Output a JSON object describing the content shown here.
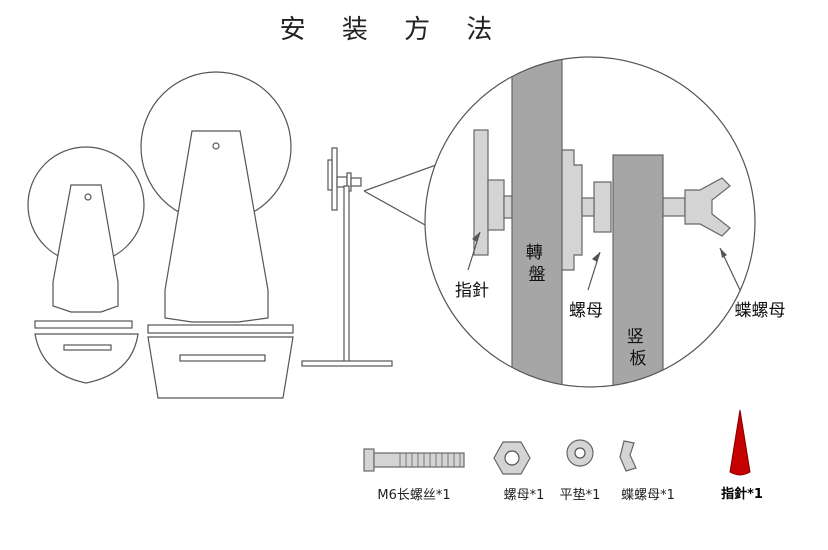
{
  "title": "安 装 方 法",
  "labels": {
    "turntable": "轉盤",
    "pointer": "指針",
    "nut": "螺母",
    "vertical_board": "竖板",
    "wing_nut": "蝶螺母"
  },
  "parts": {
    "bolt": "M6长螺丝*1",
    "nut": "螺母*1",
    "washer": "平垫*1",
    "wing_nut": "蝶螺母*1",
    "pointer": "指針*1"
  },
  "colors": {
    "panel_grey": "#a6a6a6",
    "light_grey": "#d4d4d4",
    "outline": "#555555",
    "pointer_red": "#c40000"
  }
}
